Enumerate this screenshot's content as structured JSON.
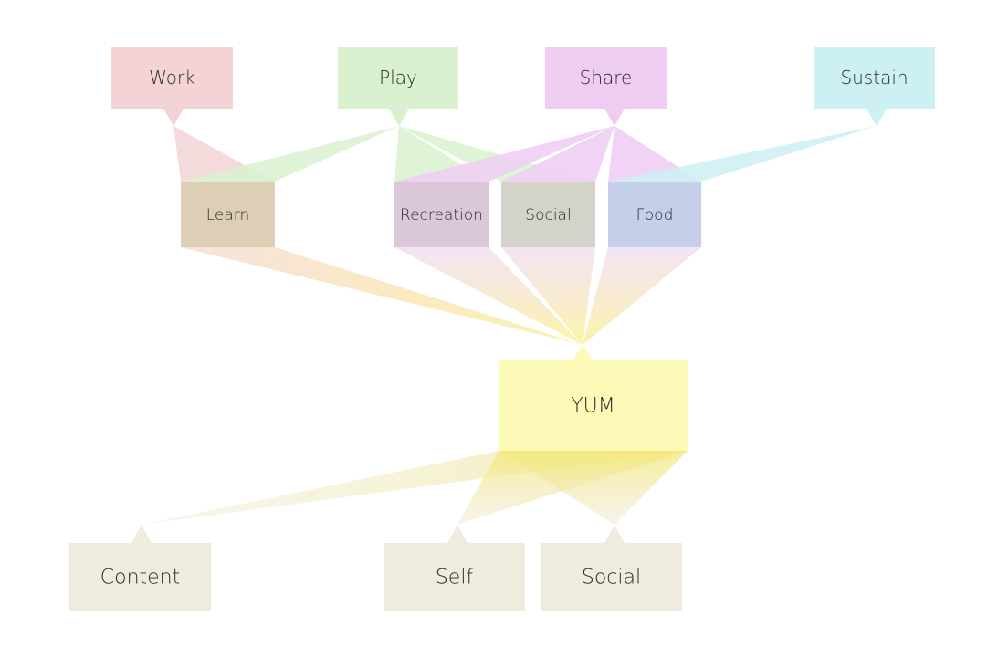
{
  "diagram": {
    "title": "YUM concept map",
    "top_nodes": [
      {
        "id": "work",
        "label": "Work",
        "color": "#f3d3d5"
      },
      {
        "id": "play",
        "label": "Play",
        "color": "#d9f1cf"
      },
      {
        "id": "share",
        "label": "Share",
        "color": "#efcdf3"
      },
      {
        "id": "sustain",
        "label": "Sustain",
        "color": "#ccf0f3"
      }
    ],
    "middle_nodes": [
      {
        "id": "learn",
        "label": "Learn",
        "color": "#dccfb5"
      },
      {
        "id": "recreation",
        "label": "Recreation",
        "color": "#dac8d8"
      },
      {
        "id": "social_mid",
        "label": "Social",
        "color": "#d3d3c9"
      },
      {
        "id": "food",
        "label": "Food",
        "color": "#c5cfea"
      }
    ],
    "center_node": {
      "id": "yum",
      "label": "YUM",
      "color": "#fdf9b6"
    },
    "bottom_nodes": [
      {
        "id": "content",
        "label": "Content",
        "color": "#efecde"
      },
      {
        "id": "self",
        "label": "Self",
        "color": "#efecde"
      },
      {
        "id": "social_bot",
        "label": "Social",
        "color": "#efecde"
      }
    ],
    "edges": [
      {
        "from": "work",
        "to": "learn"
      },
      {
        "from": "play",
        "to": "learn"
      },
      {
        "from": "play",
        "to": "recreation"
      },
      {
        "from": "play",
        "to": "social_mid"
      },
      {
        "from": "share",
        "to": "recreation"
      },
      {
        "from": "share",
        "to": "social_mid"
      },
      {
        "from": "share",
        "to": "food"
      },
      {
        "from": "sustain",
        "to": "food"
      },
      {
        "from": "learn",
        "to": "yum"
      },
      {
        "from": "recreation",
        "to": "yum"
      },
      {
        "from": "social_mid",
        "to": "yum"
      },
      {
        "from": "food",
        "to": "yum"
      },
      {
        "from": "yum",
        "to": "content"
      },
      {
        "from": "yum",
        "to": "self"
      },
      {
        "from": "yum",
        "to": "social_bot"
      }
    ]
  }
}
